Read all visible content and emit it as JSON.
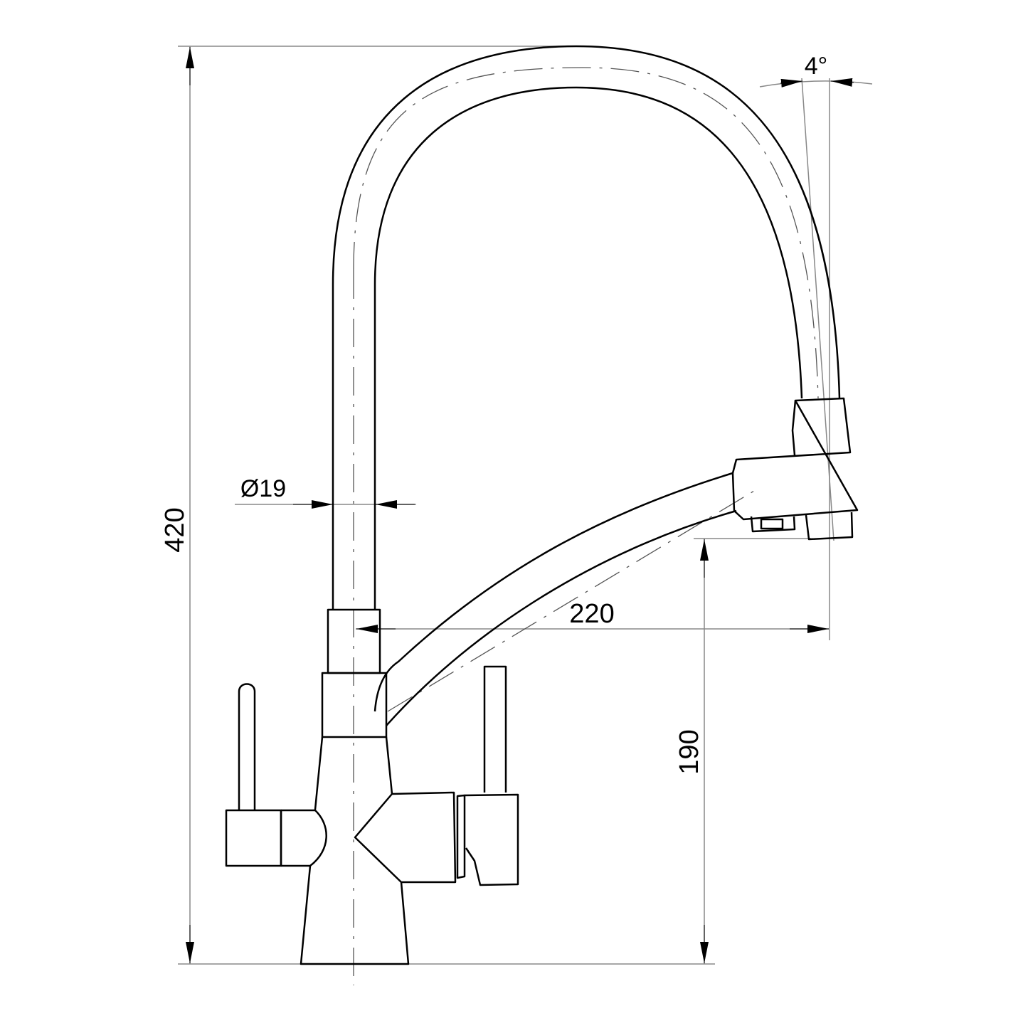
{
  "drawing": {
    "subject": "Kitchen faucet with pull-out spout and filter lever",
    "dimensions": {
      "total_height": "420",
      "spout_reach": "220",
      "spout_clearance": "190",
      "pipe_diameter": "Ø19",
      "spout_angle": "4°"
    },
    "colors": {
      "line": "#000000",
      "dim_line": "#888888",
      "background": "#ffffff"
    }
  }
}
